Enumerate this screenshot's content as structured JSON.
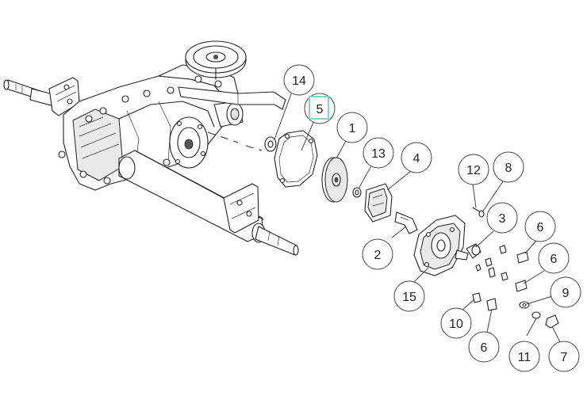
{
  "callouts": [
    {
      "id": "c14",
      "label": "14"
    },
    {
      "id": "c5",
      "label": "5",
      "highlighted": true
    },
    {
      "id": "c1",
      "label": "1"
    },
    {
      "id": "c13",
      "label": "13"
    },
    {
      "id": "c4",
      "label": "4"
    },
    {
      "id": "c12",
      "label": "12"
    },
    {
      "id": "c8",
      "label": "8"
    },
    {
      "id": "c3",
      "label": "3"
    },
    {
      "id": "c6a",
      "label": "6"
    },
    {
      "id": "c6b",
      "label": "6"
    },
    {
      "id": "c2",
      "label": "2"
    },
    {
      "id": "c15",
      "label": "15"
    },
    {
      "id": "c9",
      "label": "9"
    },
    {
      "id": "c10",
      "label": "10"
    },
    {
      "id": "c6c",
      "label": "6"
    },
    {
      "id": "c11",
      "label": "11"
    },
    {
      "id": "c7",
      "label": "7"
    }
  ],
  "highlight_color": "#7fd6c7"
}
